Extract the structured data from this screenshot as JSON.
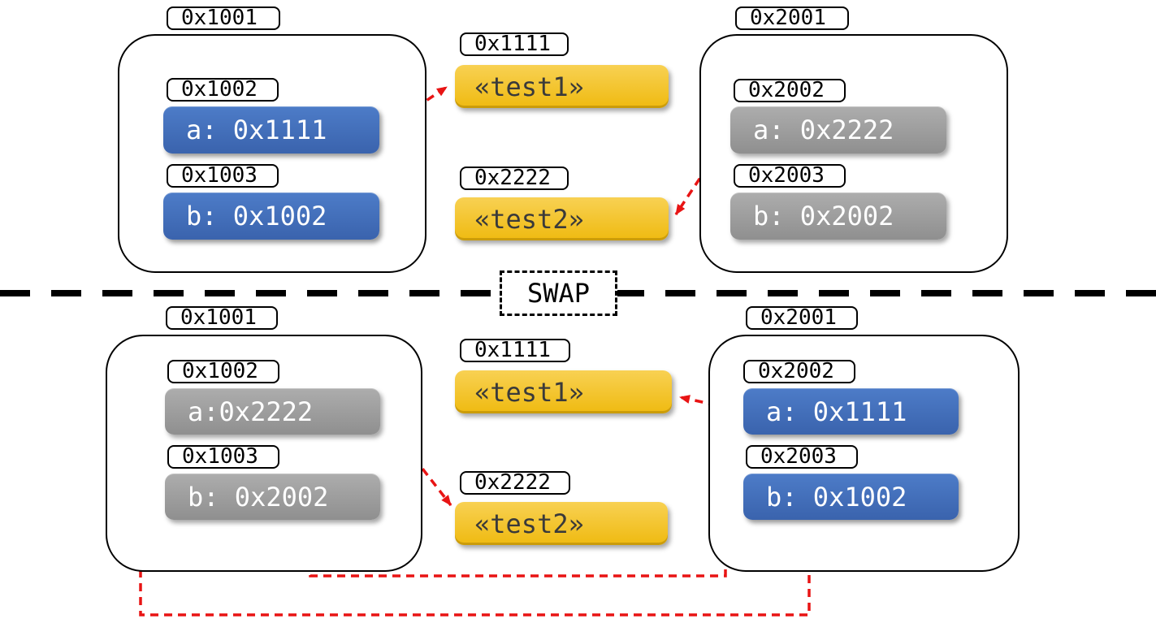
{
  "divider": {
    "label": "SWAP"
  },
  "colors": {
    "slot_blue": "#3f6cb5",
    "slot_gray": "#9e9e9e",
    "string_yellow": "#f2c124",
    "arrow_red": "#e81414",
    "line_black": "#000000"
  },
  "sections": {
    "before": {
      "frames": [
        {
          "address": "0x1001",
          "slots": [
            {
              "address": "0x1002",
              "text": "a: 0x1111",
              "style": "blue"
            },
            {
              "address": "0x1003",
              "text": "b: 0x1002",
              "style": "blue"
            }
          ]
        },
        {
          "address": "0x2001",
          "slots": [
            {
              "address": "0x2002",
              "text": "a: 0x2222",
              "style": "gray"
            },
            {
              "address": "0x2003",
              "text": "b: 0x2002",
              "style": "gray"
            }
          ]
        }
      ],
      "strings": [
        {
          "address": "0x1111",
          "text": "«test1»"
        },
        {
          "address": "0x2222",
          "text": "«test2»"
        }
      ]
    },
    "after": {
      "frames": [
        {
          "address": "0x1001",
          "slots": [
            {
              "address": "0x1002",
              "text": "a:0x2222",
              "style": "gray"
            },
            {
              "address": "0x1003",
              "text": "b: 0x2002",
              "style": "gray"
            }
          ]
        },
        {
          "address": "0x2001",
          "slots": [
            {
              "address": "0x2002",
              "text": "a: 0x1111",
              "style": "blue"
            },
            {
              "address": "0x2003",
              "text": "b: 0x1002",
              "style": "blue"
            }
          ]
        }
      ],
      "strings": [
        {
          "address": "0x1111",
          "text": "«test1»"
        },
        {
          "address": "0x2222",
          "text": "«test2»"
        }
      ]
    }
  }
}
